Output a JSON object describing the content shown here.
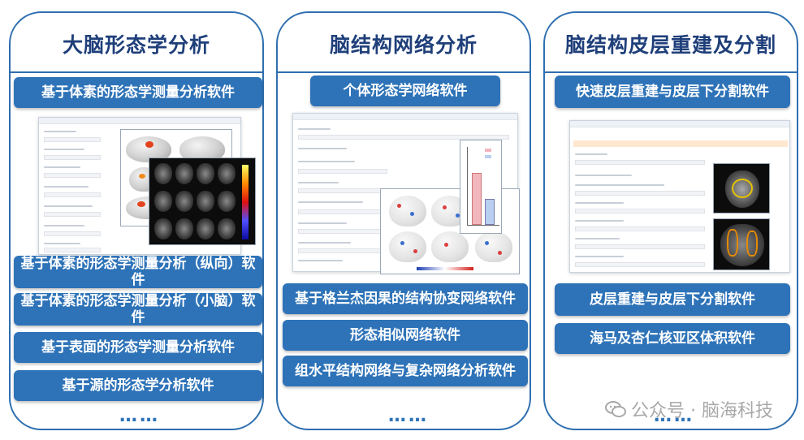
{
  "panels": [
    {
      "title": "大脑形态学分析",
      "software": [
        "基于体素的形态学测量分析软件",
        "基于体素的形态学测量分析（纵向）软件",
        "基于体素的形态学测量分析（小脑）软件",
        "基于表面的形态学测量分析软件",
        "基于源的形态学分析软件"
      ],
      "more": "……"
    },
    {
      "title": "脑结构网络分析",
      "software": [
        "个体形态学网络软件",
        "基于格兰杰因果的结构协变网络软件",
        "形态相似网络软件",
        "组水平结构网络与复杂网络分析软件"
      ],
      "more": "……"
    },
    {
      "title": "脑结构皮层重建及分割",
      "software": [
        "快速皮层重建与皮层下分割软件",
        "皮层重建与皮层下分割软件",
        "海马及杏仁核亚区体积软件"
      ],
      "more": "……"
    }
  ],
  "watermark": "公众号 · 脑海科技",
  "colors": {
    "accent": "#2e73b8",
    "border": "#2f6fb0",
    "title": "#1f3f7a"
  }
}
